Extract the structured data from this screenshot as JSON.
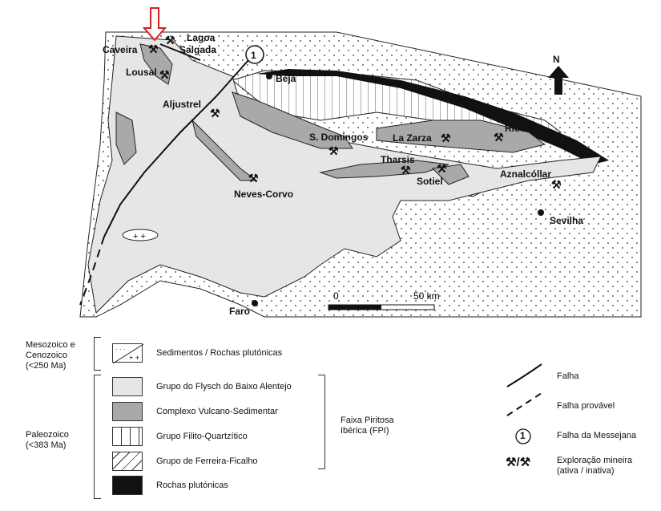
{
  "map": {
    "places": {
      "caveira": "Caveira",
      "lagoa_salgada_1": "Lagoa",
      "lagoa_salgada_2": "Salgada",
      "lousal": "Lousal",
      "aljustrel": "Aljustrel",
      "beja": "Beja",
      "s_domingos": "S. Domingos",
      "la_zarza": "La Zarza",
      "riotinto": "Riotinto",
      "tharsis": "Tharsis",
      "sotiel": "Sotiel",
      "aznalcollar": "Aznalcóllar",
      "neves_corvo": "Neves-Corvo",
      "sevilha": "Sevilha",
      "faro": "Faro"
    },
    "north_label": "N",
    "fault_number": "1",
    "scale": {
      "start": "0",
      "end": "50 km"
    },
    "colors": {
      "flysch": "#e6e6e6",
      "vulcano": "#a9a9a9",
      "plutonic": "#111111",
      "arrow": "#d42020"
    }
  },
  "legend": {
    "era_meso": [
      "Mesozoico e",
      "Cenozoico",
      "(<250 Ma)"
    ],
    "era_paleo": [
      "Paleozoico",
      "(<383 Ma)"
    ],
    "units": [
      "Sedimentos / Rochas plutónicas",
      "Grupo do Flysch do Baixo Alentejo",
      "Complexo Vulcano-Sedimentar",
      "Grupo Filito-Quartzítico",
      "Grupo de Ferreira-Ficalho",
      "Rochas plutónicas"
    ],
    "fpi": [
      "Faixa Piritosa",
      "Ibérica (FPI)"
    ],
    "symbols": {
      "fault": "Falha",
      "probable_fault": "Falha provável",
      "fault_number": "1",
      "messejana": "Falha da Messejana",
      "mine_1": "Exploração mineira",
      "mine_2": "(ativa / inativa)",
      "mine_glyph": "⚒/⚒"
    }
  }
}
